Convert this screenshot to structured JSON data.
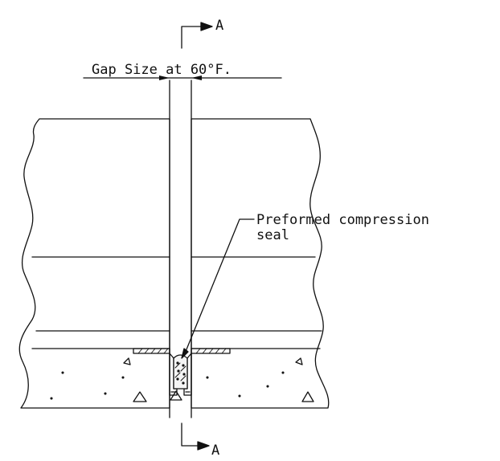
{
  "labels": {
    "section_mark_top": "A",
    "section_mark_bottom": "A",
    "gap_size": "Gap Size at 60°F.",
    "seal_line1": "Preformed compression",
    "seal_line2": "seal"
  },
  "colors": {
    "line": "#111111",
    "background": "#ffffff"
  }
}
